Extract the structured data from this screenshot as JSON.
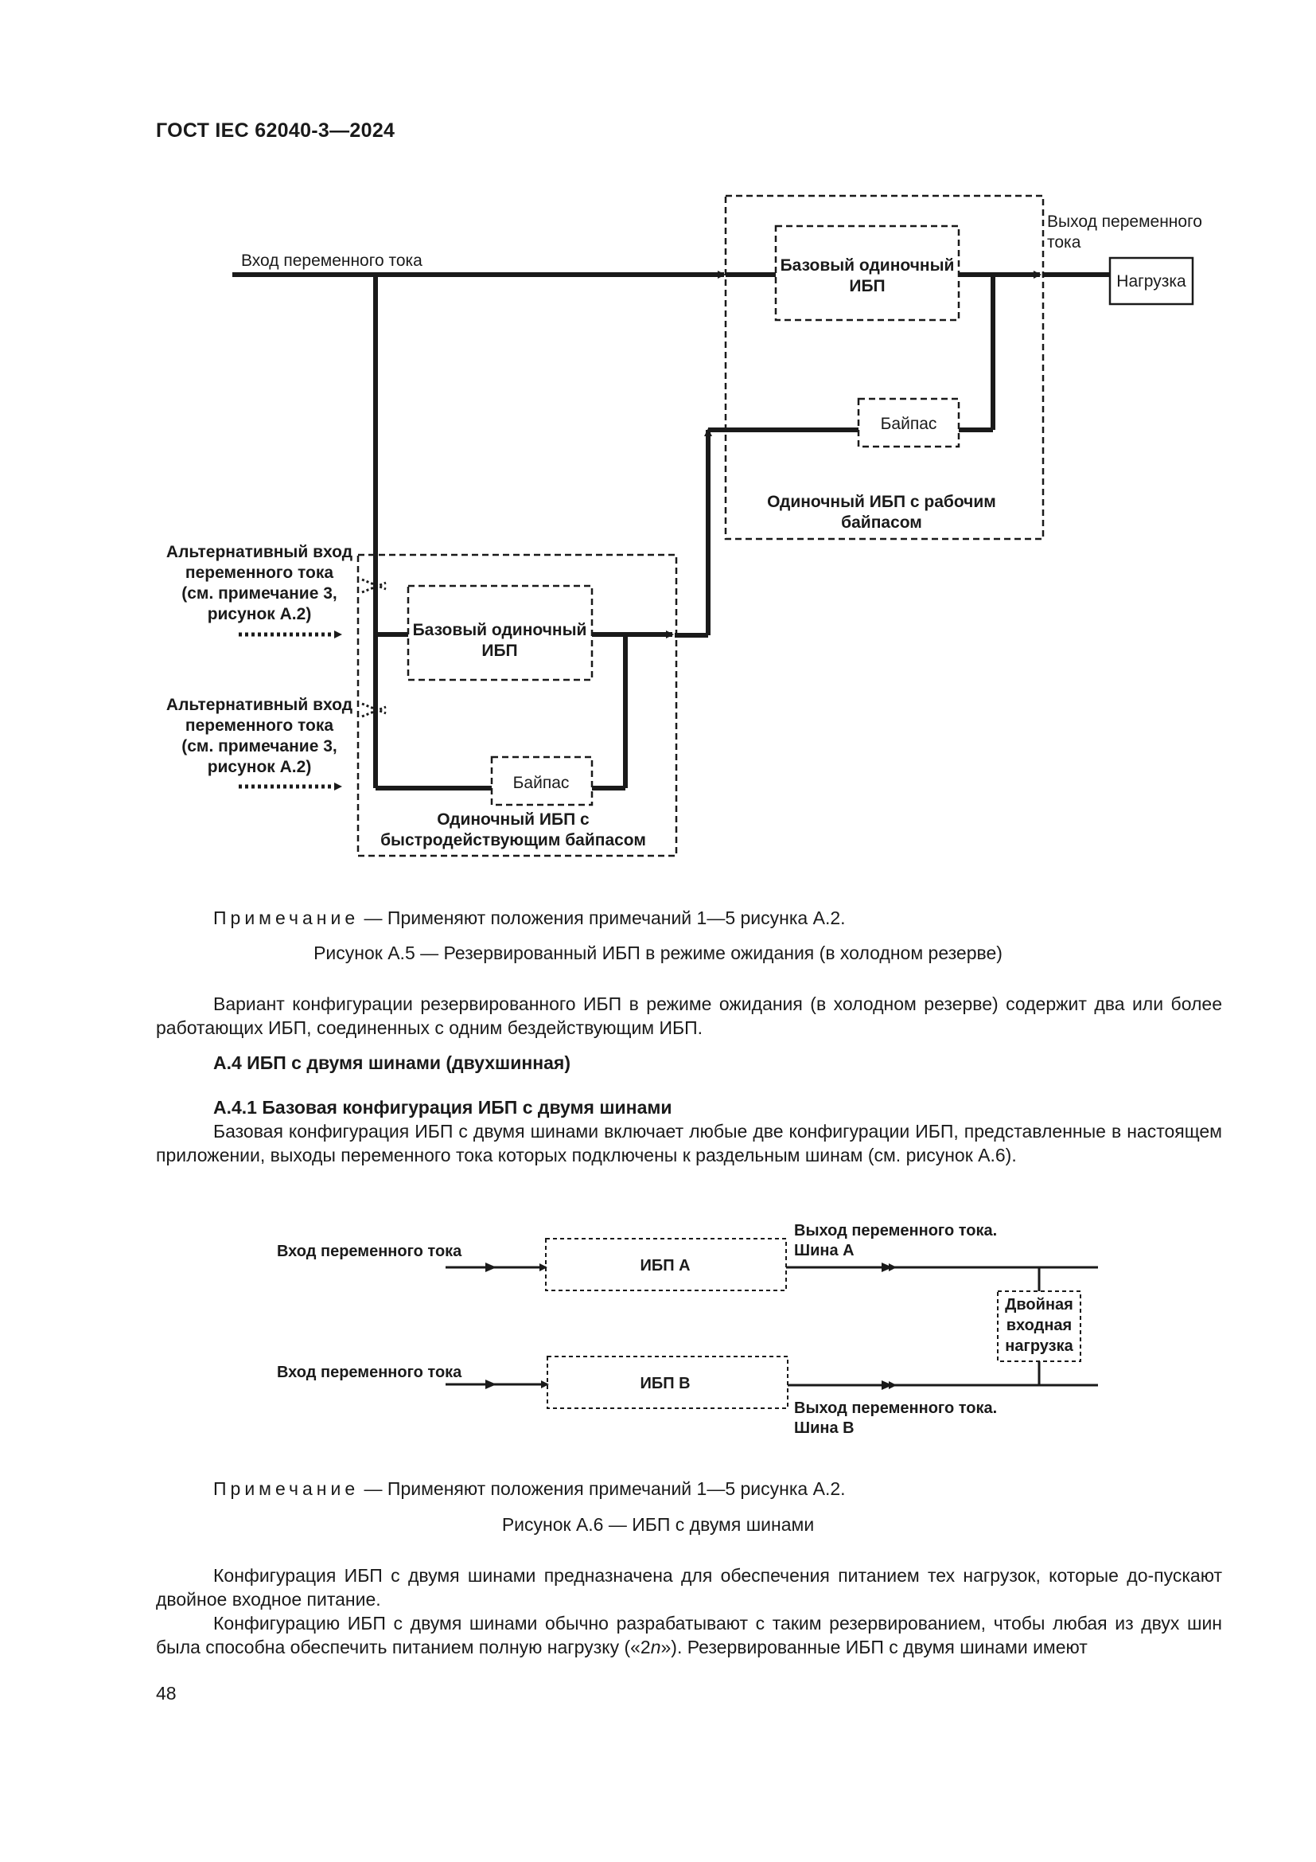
{
  "header": {
    "standard": "ГОСТ IEC 62040-3—2024"
  },
  "figure_a5": {
    "ac_input": "Вход переменного тока",
    "ac_output_line1": "Выход переменного",
    "ac_output_line2": "тока",
    "load": "Нагрузка",
    "upper_ups_line1": "Базовый одиночный",
    "upper_ups_line2": "ИБП",
    "upper_bypass": "Байпас",
    "upper_group_line1": "Одиночный ИБП с рабочим",
    "upper_group_line2": "байпасом",
    "alt_input_1": [
      "Альтернативный вход",
      "переменного тока",
      "(см. примечание 3,",
      "рисунок А.2)"
    ],
    "alt_input_2": [
      "Альтернативный вход",
      "переменного тока",
      "(см. примечание 3,",
      "рисунок А.2)"
    ],
    "lower_ups_line1": "Базовый одиночный",
    "lower_ups_line2": "ИБП",
    "lower_bypass": "Байпас",
    "lower_group_line1": "Одиночный ИБП с",
    "lower_group_line2": "быстродействующим байпасом",
    "note_label": "Примечание",
    "note_text": "— Применяют положения примечаний 1—5 рисунка А.2.",
    "caption": "Рисунок А.5 — Резервированный ИБП в режиме ожидания (в холодном резерве)"
  },
  "para1": "Вариант конфигурации резервированного ИБП в режиме ожидания (в холодном резерве) содержит два или более работающих ИБП, соединенных с одним бездействующим ИБП.",
  "section_a4": "А.4 ИБП с двумя шинами (двухшинная)",
  "section_a41": "А.4.1 Базовая конфигурация ИБП с двумя шинами",
  "para2": "Базовая конфигурация ИБП с двумя шинами включает любые две конфигурации ИБП, представленные в настоящем приложении, выходы переменного тока которых подключены к раздельным шинам (см. рисунок А.6).",
  "figure_a6": {
    "input_a": "Вход переменного тока",
    "input_b": "Вход переменного тока",
    "ups_a": "ИБП А",
    "ups_b": "ИБП В",
    "out_a_line1": "Выход переменного тока.",
    "out_a_line2": "Шина А",
    "out_b_line1": "Выход переменного тока.",
    "out_b_line2": "Шина В",
    "dual_load": [
      "Двойная",
      "входная",
      "нагрузка"
    ],
    "note_label": "Примечание",
    "note_text": "— Применяют положения примечаний 1—5 рисунка А.2.",
    "caption": "Рисунок А.6 — ИБП с двумя шинами"
  },
  "para3": "Конфигурация ИБП с двумя шинами предназначена для обеспечения питанием тех нагрузок, которые до-пускают двойное входное питание.",
  "para4_pre": "Конфигурацию ИБП с двумя шинами обычно разрабатывают с таким резервированием, чтобы любая из двух шин была способна обеспечить питанием полную нагрузку («2",
  "para4_n": "n",
  "para4_post": "»). Резервированные ИБП с двумя шинами имеют",
  "page_number": "48"
}
